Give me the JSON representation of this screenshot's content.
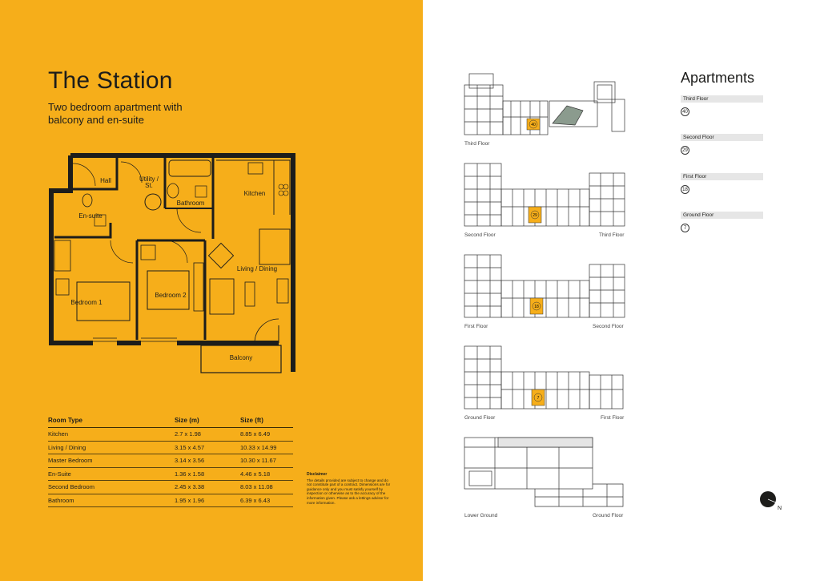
{
  "title": "The Station",
  "subtitle": "Two bedroom apartment with balcony and en-suite",
  "plan_labels": {
    "hall": "Hall",
    "utility_1": "Utility /",
    "utility_2": "St.",
    "bathroom": "Bathroom",
    "kitchen": "Kitchen",
    "ensuite": "En-suite",
    "living": "Living / Dining",
    "bedroom1": "Bedroom 1",
    "bedroom2": "Bedroom 2",
    "balcony": "Balcony"
  },
  "room_table": {
    "headers": [
      "Room Type",
      "Size (m)",
      "Size (ft)"
    ],
    "rows": [
      [
        "Kitchen",
        "2.7 x 1.98",
        "8.85 x 6.49"
      ],
      [
        "Living / Dining",
        "3.15 x 4.57",
        "10.33 x 14.99"
      ],
      [
        "Master Bedroom",
        "3.14 x 3.56",
        "10.30 x 11.67"
      ],
      [
        "En-Suite",
        "1.36 x 1.58",
        "4.46 x 5.18"
      ],
      [
        "Second Bedroom",
        "2.45 x 3.38",
        "8.03 x 11.08"
      ],
      [
        "Bathroom",
        "1.95 x 1.96",
        "6.39 x 6.43"
      ]
    ]
  },
  "disclaimer": {
    "heading": "Disclaimer",
    "text": "The details provided are subject to change and do not constitute part of a contract. Dimensions are for guidance only and you must satisfy yourself by inspection or otherwise as to the accuracy of the information given. Please ask a lettings advisor for more information."
  },
  "apartments": {
    "title": "Apartments",
    "floors": [
      {
        "floor": "Third Floor",
        "number": "40"
      },
      {
        "floor": "Second Floor",
        "number": "29"
      },
      {
        "floor": "First Floor",
        "number": "18"
      },
      {
        "floor": "Ground Floor",
        "number": "7"
      }
    ]
  },
  "floorplans": [
    {
      "left_label": "Third Floor",
      "right_label": "",
      "marker": "40"
    },
    {
      "left_label": "Second Floor",
      "right_label": "Third Floor",
      "marker": "29"
    },
    {
      "left_label": "First Floor",
      "right_label": "Second Floor",
      "marker": "18"
    },
    {
      "left_label": "Ground Floor",
      "right_label": "First Floor",
      "marker": "7"
    },
    {
      "left_label": "Lower Ground",
      "right_label": "Ground Floor",
      "marker": ""
    }
  ],
  "compass_label": "N",
  "colors": {
    "brand_orange": "#f6ae1a",
    "wall": "#1d1d1b",
    "highlight": "#f6ae1a"
  }
}
